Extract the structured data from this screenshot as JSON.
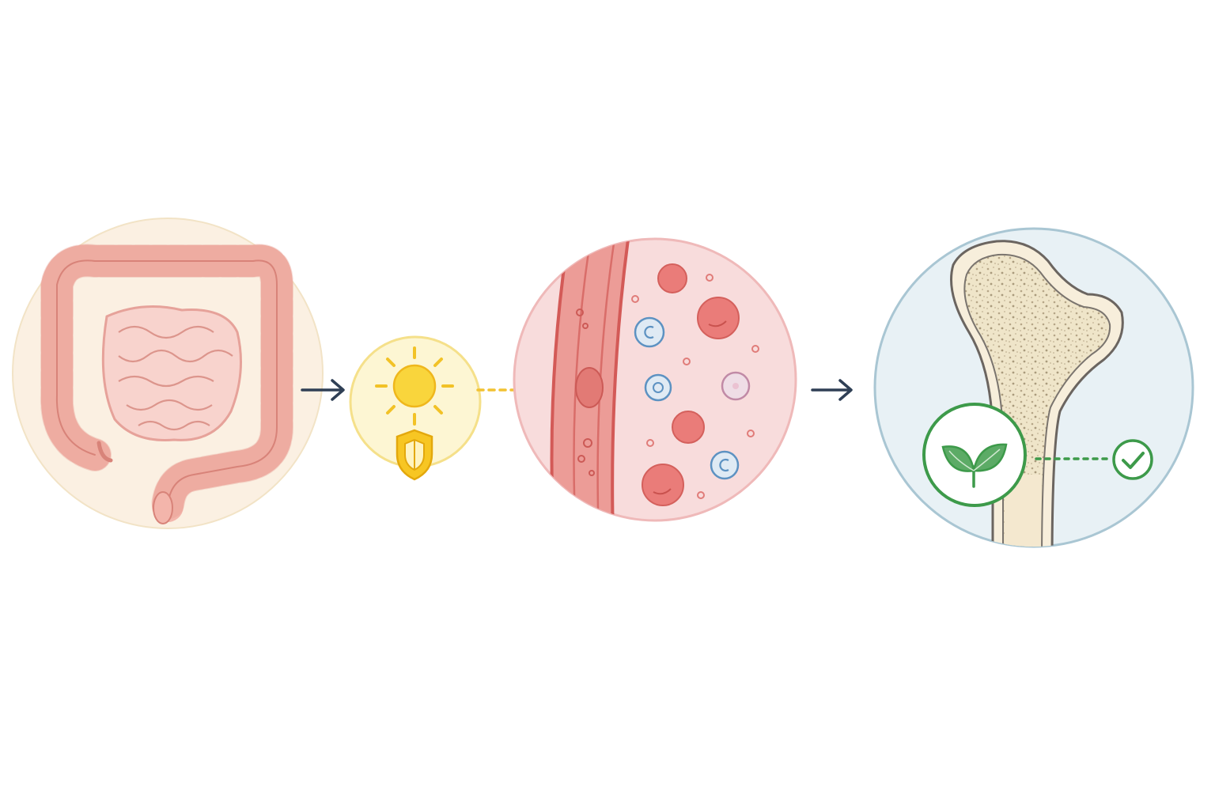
{
  "diagram": {
    "steps": [
      {
        "id": "intestine",
        "icon": "intestine-icon",
        "fill": "#fbf0e2",
        "stroke": "#f3e4c8"
      },
      {
        "id": "vitamin-d",
        "icon": "sun-shield-icon",
        "fill": "#fdf6d3",
        "stroke": "#f5e08a"
      },
      {
        "id": "blood",
        "icon": "blood-vessel-icon",
        "fill": "#f8dcdc",
        "stroke": "#efb9b9"
      },
      {
        "id": "bone",
        "icon": "bone-icon",
        "fill": "#e8f1f5",
        "stroke": "#a9c6d3"
      }
    ],
    "connectors": [
      {
        "from": "intestine",
        "to": "vitamin-d",
        "style": "solid",
        "color": "#2f3f55"
      },
      {
        "from": "vitamin-d",
        "to": "blood",
        "style": "dotted",
        "color": "#f2c232"
      },
      {
        "from": "blood",
        "to": "bone",
        "style": "solid",
        "color": "#2f3f55"
      }
    ],
    "bone_badges": [
      {
        "icon": "leaf-icon",
        "color": "#3d9a4a"
      },
      {
        "icon": "check-icon",
        "color": "#3d9a4a"
      }
    ]
  }
}
